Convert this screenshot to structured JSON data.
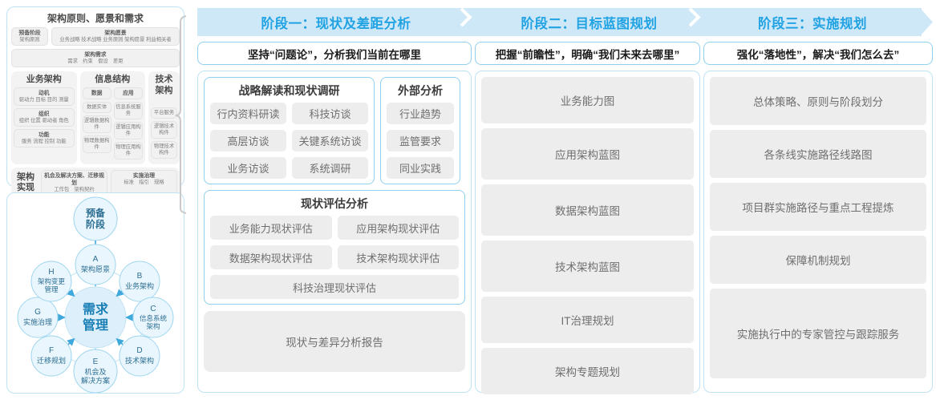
{
  "left_panel": {
    "togaf": {
      "header": "架构原则、愿景和需求",
      "prep_phase": {
        "title": "预备阶段",
        "items": "架构原则"
      },
      "arch_vision": {
        "title": "架构愿景",
        "items": "业务战略 技术战略 业务原则 架构愿景 利益相关者"
      },
      "arch_requirement": {
        "title": "架构需求",
        "items": "需求　约束　假设　差距"
      },
      "pillars": [
        {
          "title": "业务架构",
          "blocks": [
            {
              "title": "动机",
              "items": "驱动力 目标 目的 测量"
            },
            {
              "title": "组织",
              "items": "组织 位置 驱动者 角色"
            },
            {
              "title": "功能",
              "items": "服务 流程 控制 功能"
            }
          ]
        },
        {
          "title": "信息结构",
          "columns": [
            {
              "title": "数据",
              "items": [
                "数据实体",
                "逻辑数据构件",
                "物理数据构件"
              ]
            },
            {
              "title": "应用",
              "items": [
                "信息系统服务",
                "逻辑应用构件",
                "物理应用构件"
              ]
            }
          ]
        },
        {
          "title": "技术架构",
          "items": [
            "平台服务",
            "逻辑技术构件",
            "物理技术构件"
          ]
        }
      ],
      "realize": {
        "label": "架构实现",
        "blocks": [
          {
            "title": "机会及解决方案、迁移规划",
            "items": "工作包　架构契约"
          },
          {
            "title": "实施治理",
            "items": "标准　指引　规格"
          }
        ]
      }
    },
    "adm": {
      "center": "需求管理",
      "prep": "预备阶段",
      "nodes": [
        {
          "key": "A",
          "label": "架构愿景"
        },
        {
          "key": "B",
          "label": "业务架构"
        },
        {
          "key": "C",
          "label": "信息系统架构"
        },
        {
          "key": "D",
          "label": "技术架构"
        },
        {
          "key": "E",
          "label": "机会及解决方案"
        },
        {
          "key": "F",
          "label": "迁移规划"
        },
        {
          "key": "G",
          "label": "实施治理"
        },
        {
          "key": "H",
          "label": "架构变更管理"
        }
      ]
    }
  },
  "colors": {
    "banner_bg": "#cfe8f8",
    "banner_text": "#21a3e3",
    "card_border": "#8fd0ef",
    "outer_border": "#bfe3f4",
    "chip_bg": "#ededed",
    "chip_text": "#6f6f6f"
  },
  "phases": [
    {
      "banner": "阶段一：现状及差距分析",
      "subtitle": "坚持“问题论”，分析我们当前在哪里",
      "research": {
        "title": "战略解读和现状调研",
        "rows": [
          [
            "行内资料研读",
            "科技访谈"
          ],
          [
            "高层访谈",
            "关键系统访谈"
          ],
          [
            "业务访谈",
            "系统调研"
          ]
        ]
      },
      "external": {
        "title": "外部分析",
        "items": [
          "行业趋势",
          "监管要求",
          "同业实践"
        ]
      },
      "assessment": {
        "title": "现状评估分析",
        "rows": [
          [
            "业务能力现状评估",
            "应用架构现状评估"
          ],
          [
            "数据架构现状评估",
            "技术架构现状评估"
          ],
          [
            "科技治理现状评估"
          ]
        ]
      },
      "report": "现状与差异分析报告"
    },
    {
      "banner": "阶段二：目标蓝图规划",
      "subtitle": "把握“前瞻性”，明确“我们未来去哪里”",
      "items": [
        {
          "label": "业务能力图",
          "height": 58
        },
        {
          "label": "应用架构蓝图",
          "height": 64
        },
        {
          "label": "数据架构蓝图",
          "height": 64
        },
        {
          "label": "技术架构蓝图",
          "height": 64
        },
        {
          "label": "IT治理规划",
          "height": 58
        },
        {
          "label": "架构专题规划",
          "height": 58
        }
      ]
    },
    {
      "banner": "阶段三：实施规划",
      "subtitle": "强化“落地性”，解决“我们怎么去”",
      "items": [
        {
          "label": "总体策略、原则与阶段划分",
          "height": 60
        },
        {
          "label": "各条线实施路径线路图",
          "height": 60
        },
        {
          "label": "项目群实施路径与重点工程提炼",
          "height": 60
        },
        {
          "label": "保障机制规划",
          "height": 60
        },
        {
          "label": "实施执行中的专家管控与跟踪服务",
          "height": 112
        }
      ]
    }
  ]
}
